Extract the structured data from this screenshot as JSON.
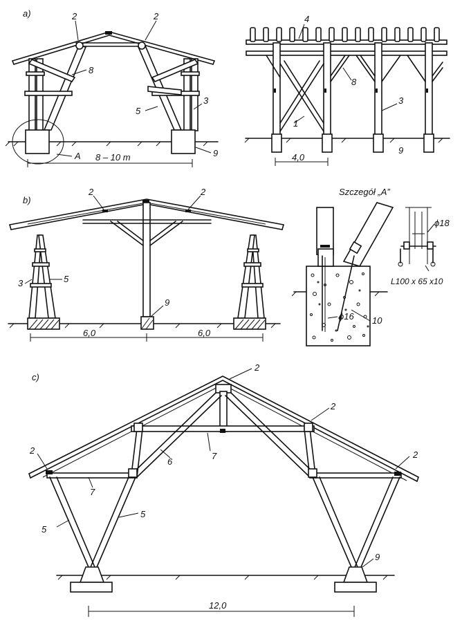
{
  "section_a": {
    "label": "a)",
    "left_callouts": [
      "2",
      "2",
      "8",
      "5",
      "3",
      "9",
      "A"
    ],
    "span": "8 – 10 m",
    "right_callouts": [
      "4",
      "8",
      "3",
      "1",
      "9"
    ],
    "bay": "4,0"
  },
  "section_b": {
    "label": "b)",
    "callouts": [
      "2",
      "2",
      "3",
      "5",
      "9"
    ],
    "span_left": "6,0",
    "span_right": "6,0",
    "detail": {
      "title": "Szczegół „A”",
      "phi18": "ϕ18",
      "angle": "L100 x 65 x10",
      "phi16": "ϕ16",
      "ten": "10"
    }
  },
  "section_c": {
    "label": "c)",
    "callouts": [
      "2",
      "2",
      "2",
      "2",
      "7",
      "7",
      "6",
      "5",
      "5",
      "9"
    ],
    "span": "12,0"
  }
}
